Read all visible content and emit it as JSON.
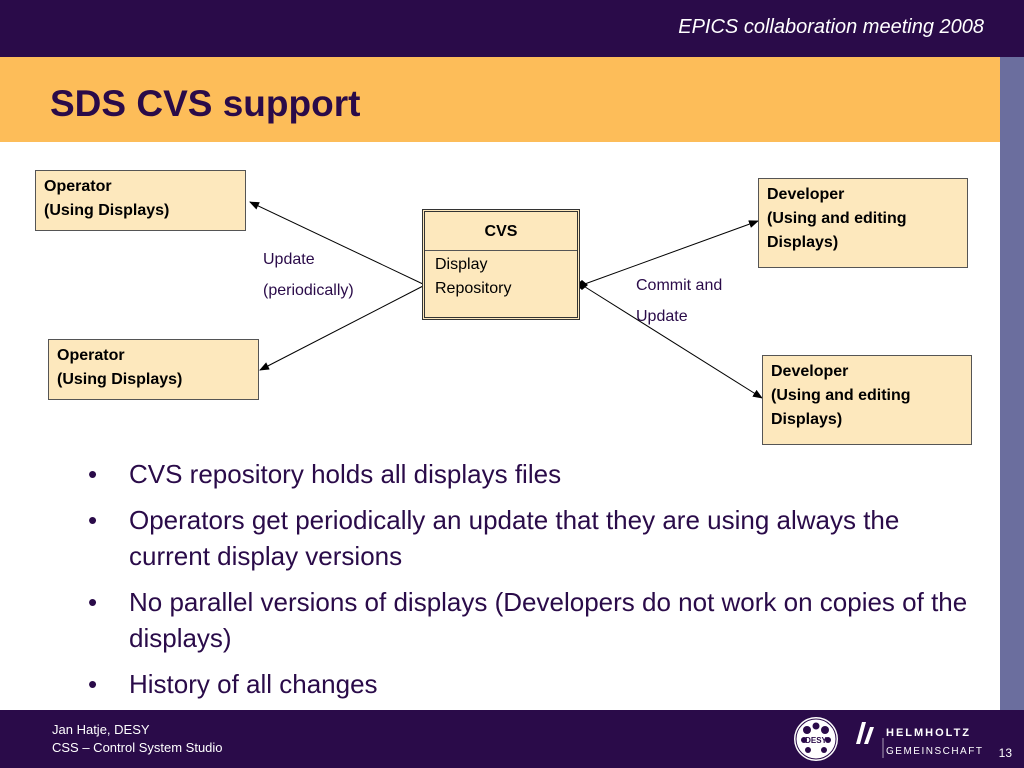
{
  "header": {
    "conference": "EPICS collaboration meeting 2008",
    "title": "SDS CVS support"
  },
  "diagram": {
    "operator_top": {
      "line1": "Operator",
      "line2": "(Using Displays)"
    },
    "operator_bottom": {
      "line1": "Operator",
      "line2": "(Using Displays)"
    },
    "developer_top": {
      "line1": "Developer",
      "line2": "(Using and editing",
      "line3": "Displays)"
    },
    "developer_bottom": {
      "line1": "Developer",
      "line2": "(Using and editing",
      "line3": "Displays)"
    },
    "cvs": {
      "title": "CVS",
      "line1": "Display",
      "line2": "Repository"
    },
    "update_label": {
      "line1": "Update",
      "line2": "(periodically)"
    },
    "commit_label": {
      "line1": "Commit and",
      "line2": "Update"
    }
  },
  "bullets": [
    "CVS repository holds all displays files",
    "Operators get periodically an update that they are using always the current display versions",
    "No parallel versions of displays (Developers do not work on copies of the displays)",
    "History of all changes"
  ],
  "footer": {
    "author": "Jan Hatje, DESY",
    "project": "CSS – Control System Studio",
    "page": "13",
    "desy_logo_text": "DESY",
    "helmholtz_line1": "HELMHOLTZ",
    "helmholtz_line2": "GEMEINSCHAFT"
  },
  "colors": {
    "header_bg": "#2a0b49",
    "title_band": "#fdbd59",
    "box_fill": "#fde8bd",
    "sidebar": "#6b6e9e"
  }
}
